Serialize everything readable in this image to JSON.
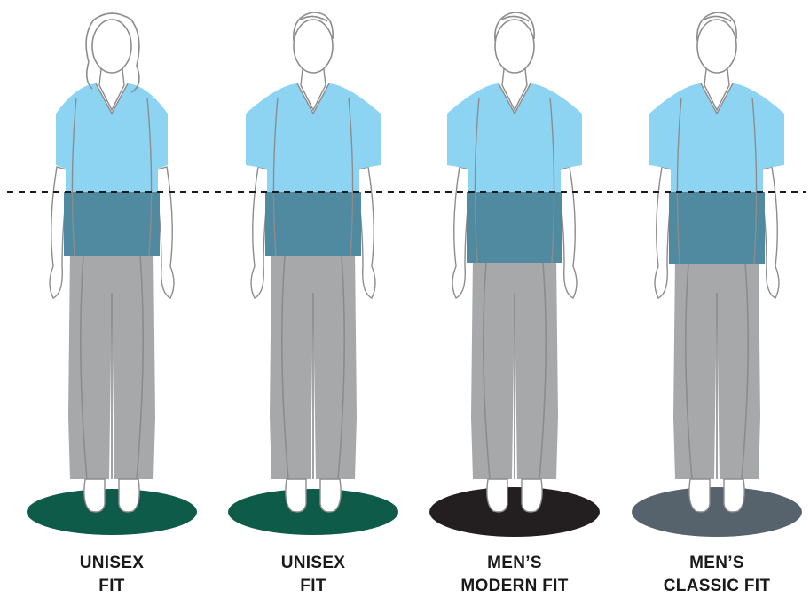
{
  "colors": {
    "shirt": "#8dd4f3",
    "shirt_overlap": "#4f8aa0",
    "pants": "#a7a8aa",
    "outline": "#8c8c8c",
    "skin": "#ffffff",
    "waist_line": "#1a1a1a",
    "label_text": "#1a1a1a"
  },
  "figures": [
    {
      "figure": "female-silhouette",
      "base_color": "#0e5b4a",
      "label_lines": [
        "UNISEX",
        "FIT"
      ]
    },
    {
      "figure": "male-silhouette",
      "base_color": "#0e5b4a",
      "label_lines": [
        "UNISEX",
        "FIT"
      ]
    },
    {
      "figure": "male-silhouette",
      "base_color": "#231f20",
      "label_lines": [
        "MEN’S",
        "MODERN FIT"
      ]
    },
    {
      "figure": "male-silhouette",
      "base_color": "#56626c",
      "label_lines": [
        "MEN’S",
        "CLASSIC FIT"
      ]
    }
  ]
}
